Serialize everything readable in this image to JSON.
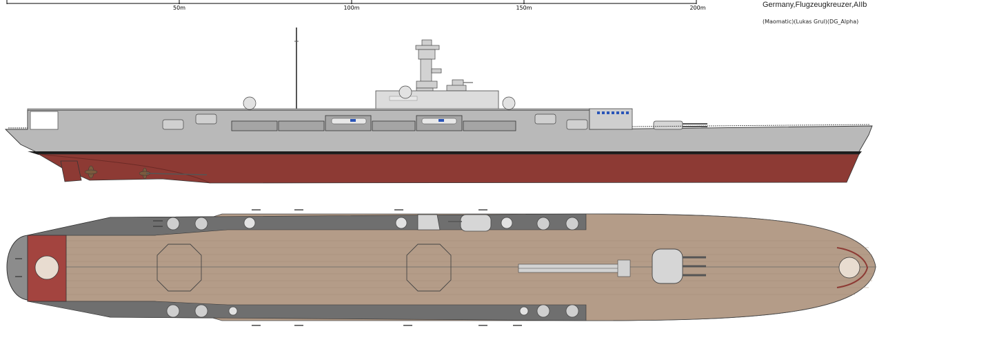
{
  "scale": {
    "labels": [
      "50m",
      "100m",
      "150m",
      "200m"
    ]
  },
  "title": "Germany,Flugzeugkreuzer,AIIb",
  "credits": "(Maomatic)(Lukas Grul)(DG_Alpha)",
  "colors": {
    "hull_gray": "#b9b9b9",
    "hull_red": "#8d3a34",
    "deck_wood": "#b49c88",
    "deck_dark": "#6f6f6f",
    "superstructure": "#d6d6d6",
    "elevator_red": "#a3443f",
    "window_blue": "#2a55b8"
  },
  "icons": {
    "turret": "gun-turret-icon",
    "radar": "rangefinder-dome-icon",
    "propeller": "propeller-icon",
    "rudder": "rudder-icon",
    "aircraft": "aircraft-icon"
  }
}
